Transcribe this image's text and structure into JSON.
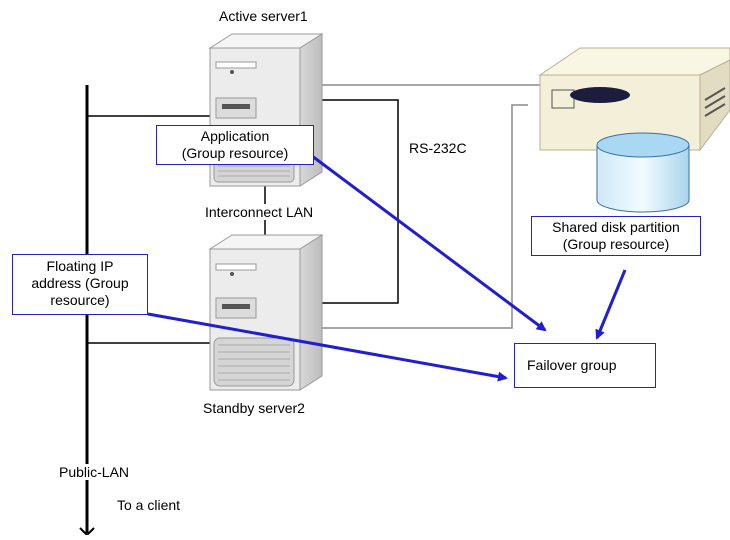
{
  "labels": {
    "active_server": "Active server1",
    "standby_server": "Standby server2",
    "interconnect_lan": "Interconnect LAN",
    "rs232c": "RS-232C",
    "public_lan": "Public-LAN",
    "to_client": "To a client"
  },
  "boxes": {
    "application": [
      "Application",
      "(Group resource)"
    ],
    "floating_ip": [
      "Floating IP",
      "address (Group",
      "resource)"
    ],
    "shared_disk": [
      "Shared disk partition",
      "(Group resource)"
    ],
    "failover_group": "Failover group"
  },
  "colors": {
    "arrow": "#1f1fd0",
    "box_border": "#2323c8",
    "line": "#000000",
    "cable_gray": "#8a8a8a",
    "server_body": "#ececec",
    "disk_top": "#a9d8f2",
    "storage_body": "#f4efd9"
  }
}
